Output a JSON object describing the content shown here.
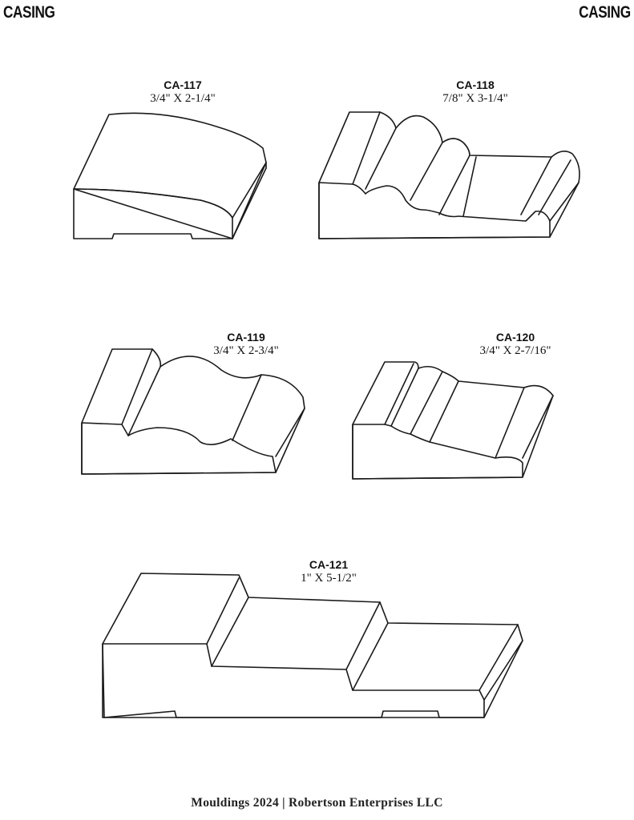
{
  "header": {
    "left_title": "CASING",
    "right_title": "CASING"
  },
  "profiles": [
    {
      "id": "ca117",
      "code": "CA-117",
      "size": "3/4\" X 2-1/4\""
    },
    {
      "id": "ca118",
      "code": "CA-118",
      "size": "7/8\" X 3-1/4\""
    },
    {
      "id": "ca119",
      "code": "CA-119",
      "size": "3/4\" X 2-3/4\""
    },
    {
      "id": "ca120",
      "code": "CA-120",
      "size": "3/4\" X 2-7/16\""
    },
    {
      "id": "ca121",
      "code": "CA-121",
      "size": "1\" X 5-1/2\""
    }
  ],
  "footer": {
    "text": "Mouldings 2024  |  Robertson Enterprises LLC"
  }
}
